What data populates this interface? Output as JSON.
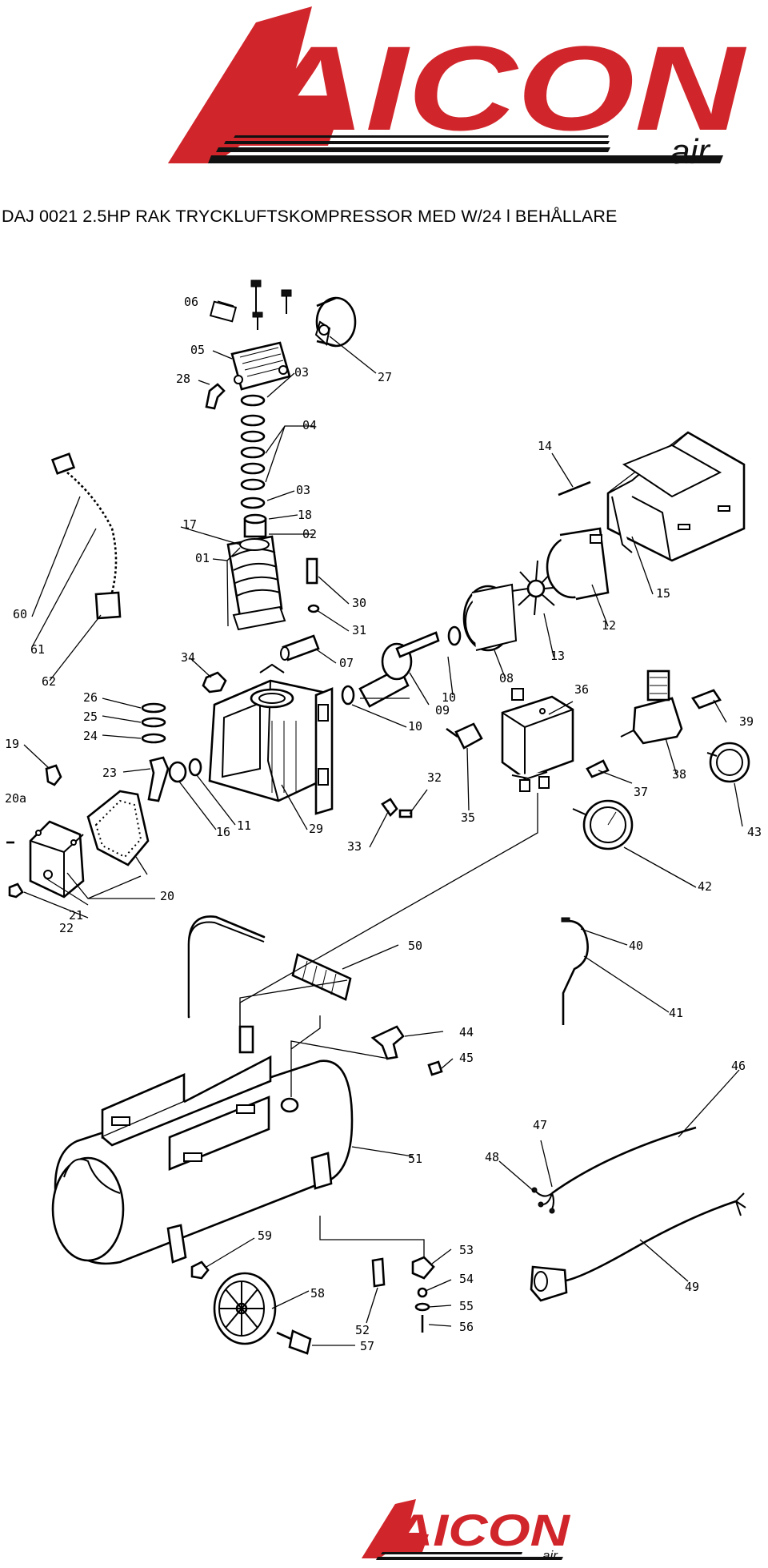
{
  "brand": {
    "name": "AICON",
    "sub": "air",
    "color": "#d0262b"
  },
  "document": {
    "title": "DAJ 0021 2.5HP RAK TRYCKLUFTSKOMPRESSOR MED W/24 l BEHÅLLARE"
  },
  "diagram": {
    "part_labels": [
      "06",
      "05",
      "28",
      "27",
      "03",
      "04",
      "03",
      "18",
      "02",
      "17",
      "01",
      "30",
      "31",
      "07",
      "14",
      "15",
      "12",
      "13",
      "08",
      "10",
      "10",
      "09",
      "60",
      "61",
      "62",
      "34",
      "26",
      "25",
      "24",
      "19",
      "23",
      "11",
      "16",
      "20a",
      "20",
      "21",
      "22",
      "29",
      "33",
      "32",
      "35",
      "36",
      "37",
      "38",
      "39",
      "43",
      "42",
      "40",
      "41",
      "50",
      "44",
      "45",
      "46",
      "47",
      "48",
      "51",
      "49",
      "59",
      "58",
      "52",
      "53",
      "54",
      "55",
      "56",
      "57"
    ]
  }
}
